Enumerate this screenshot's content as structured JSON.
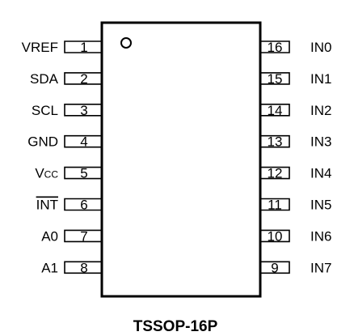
{
  "package": {
    "name": "TSSOP-16P"
  },
  "left_pins": [
    {
      "number": "1",
      "label": "VREF"
    },
    {
      "number": "2",
      "label": "SDA"
    },
    {
      "number": "3",
      "label": "SCL"
    },
    {
      "number": "4",
      "label": "GND"
    },
    {
      "number": "5",
      "label": "V",
      "sub": "CC"
    },
    {
      "number": "6",
      "label": "INT",
      "overline": true
    },
    {
      "number": "7",
      "label": "A0"
    },
    {
      "number": "8",
      "label": "A1"
    }
  ],
  "right_pins": [
    {
      "number": "16",
      "label": "IN0"
    },
    {
      "number": "15",
      "label": "IN1"
    },
    {
      "number": "14",
      "label": "IN2"
    },
    {
      "number": "13",
      "label": "IN3"
    },
    {
      "number": "12",
      "label": "IN4"
    },
    {
      "number": "11",
      "label": "IN5"
    },
    {
      "number": "10",
      "label": "IN6"
    },
    {
      "number": "9",
      "label": "IN7"
    }
  ]
}
